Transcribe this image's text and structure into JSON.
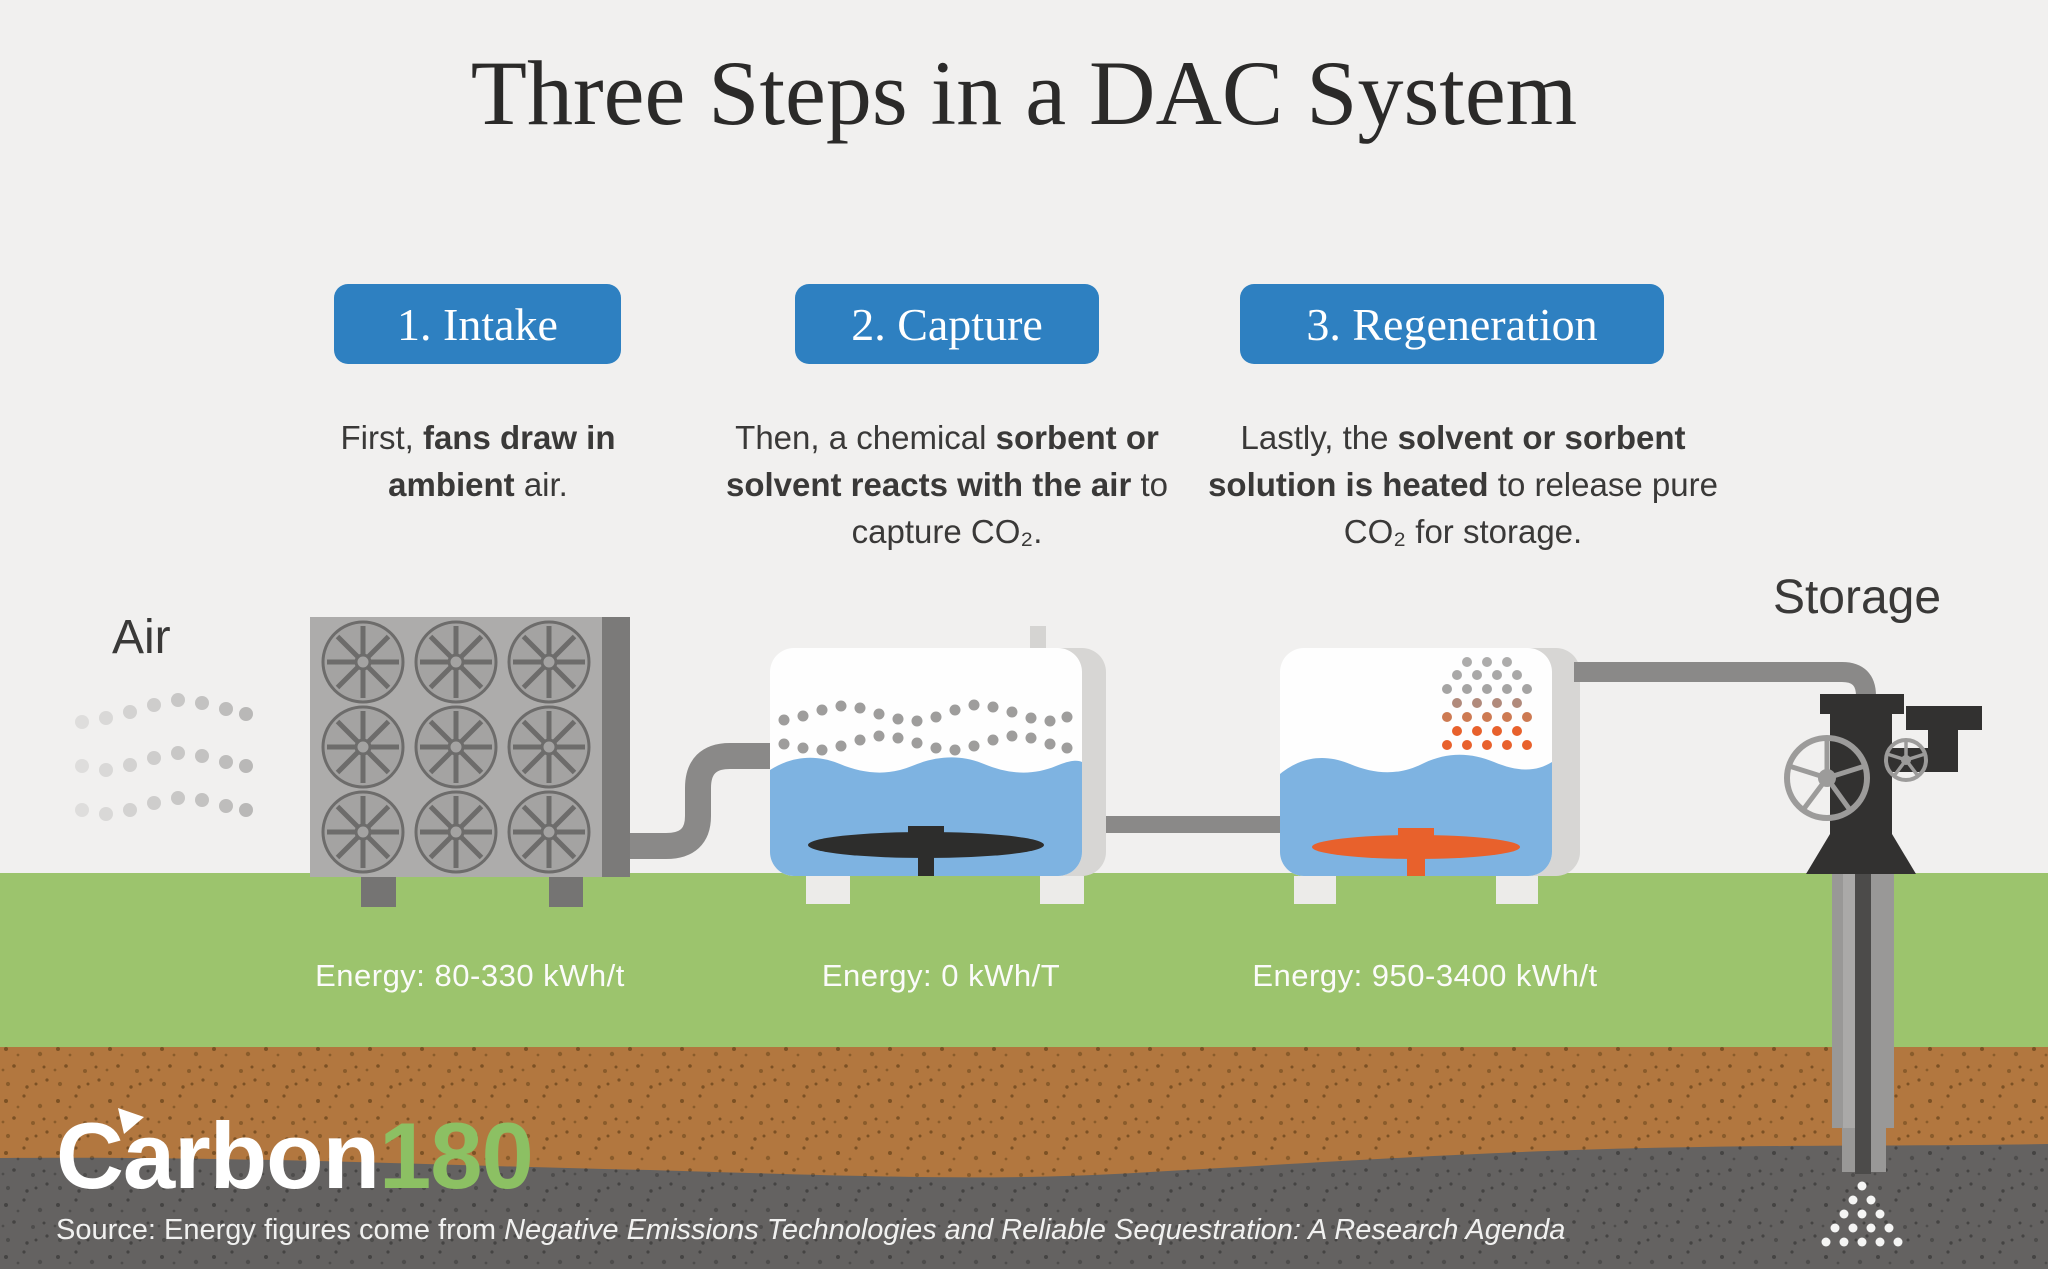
{
  "title": "Three Steps in a DAC System",
  "air_label": "Air",
  "storage_label": "Storage",
  "steps": [
    {
      "label": "1. Intake",
      "desc": [
        "First, ",
        "fans draw in ambient",
        " air."
      ],
      "energy": "Energy: 80-330 kWh/t"
    },
    {
      "label": "2. Capture",
      "desc": [
        "Then, a chemical ",
        "sorbent or solvent reacts with the air",
        " to capture CO₂."
      ],
      "energy": "Energy: 0 kWh/T"
    },
    {
      "label": "3. Regeneration",
      "desc": [
        "Lastly, the ",
        "solvent or sorbent solution is heated",
        " to release pure CO₂ for storage."
      ],
      "energy": "Energy: 950-3400 kWh/t"
    }
  ],
  "logo": {
    "brand": "Carbon",
    "suffix": "180"
  },
  "source": {
    "prefix": "Source: Energy figures come from ",
    "citation": "Negative Emissions Technologies and Reliable Sequestration: A Research Agenda"
  },
  "icons": {
    "logo_arrow": "clockwise-circular-arrow",
    "fan": "eight-spoke-fan",
    "valve_wheel": "five-spoke-handwheel"
  },
  "colors": {
    "background": "#f1f0ef",
    "step_blue": "#2e80c1",
    "grass_green": "#9cc46d",
    "soil_brown": "#b2773f",
    "rock_gray": "#646261",
    "liquid_blue": "#7eb3e1",
    "impeller_dark": "#2d2d2c",
    "impeller_orange": "#e8612c",
    "pipe_gray": "#8a8988",
    "logo_green": "#8cc063"
  }
}
